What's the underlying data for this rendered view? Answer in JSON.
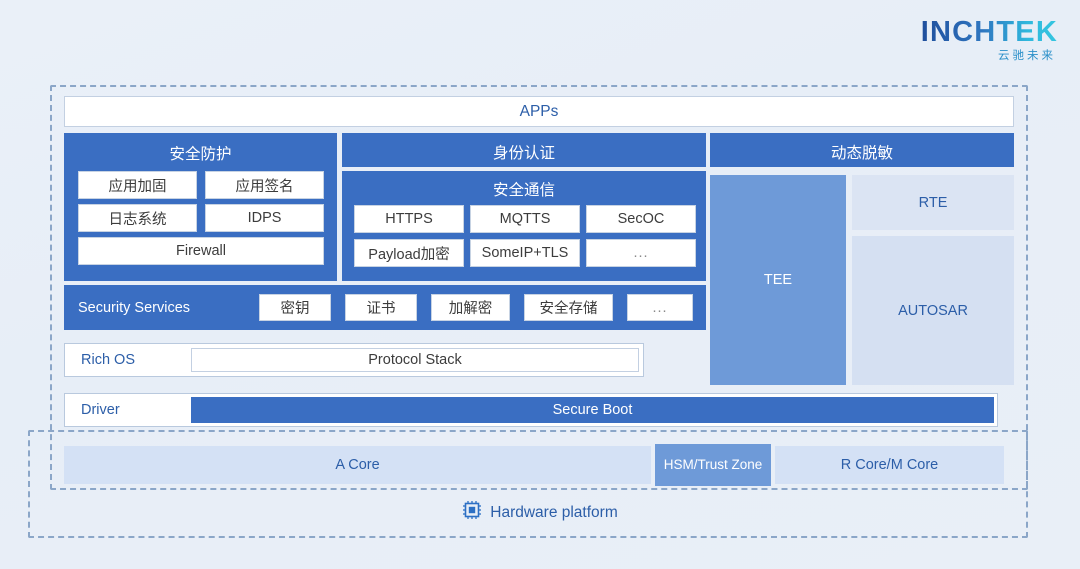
{
  "brand": {
    "name": "INCHTEK",
    "tagline": "云驰未来"
  },
  "colors": {
    "primary_blue": "#3a6ec2",
    "mid_blue": "#6e9ad8",
    "light_blue": "#d4e1f5",
    "pale_blue": "#dbe4f3",
    "text_blue": "#2c5ea8",
    "dashed_border": "#8ba6c8",
    "background": "#e9eff7"
  },
  "diagram": {
    "apps_bar": "APPs",
    "security_protection": {
      "title": "安全防护",
      "items": [
        "应用加固",
        "应用签名",
        "日志系统",
        "IDPS",
        "Firewall"
      ]
    },
    "identity_auth": {
      "title": "身份认证"
    },
    "secure_comm": {
      "title": "安全通信",
      "items": [
        "HTTPS",
        "MQTTS",
        "SecOC",
        "Payload加密",
        "SomeIP+TLS",
        "..."
      ]
    },
    "dynamic_masking": {
      "title": "动态脱敏"
    },
    "security_services": {
      "label": "Security Services",
      "items": [
        "密钥",
        "证书",
        "加解密",
        "安全存储",
        "..."
      ]
    },
    "rich_os": {
      "label": "Rich OS",
      "content": "Protocol Stack"
    },
    "driver": {
      "label": "Driver",
      "content": "Secure Boot"
    },
    "tee": "TEE",
    "rte": "RTE",
    "autosar": "AUTOSAR",
    "hardware": {
      "cores": [
        "A Core",
        "HSM/",
        "Trust Zone",
        "R Core/M Core"
      ],
      "a_core": "A Core",
      "hsm_line1": "HSM/",
      "hsm_line2": "Trust Zone",
      "rm_core": "R Core/M Core",
      "caption": "Hardware platform",
      "icon": "chip-icon"
    }
  }
}
